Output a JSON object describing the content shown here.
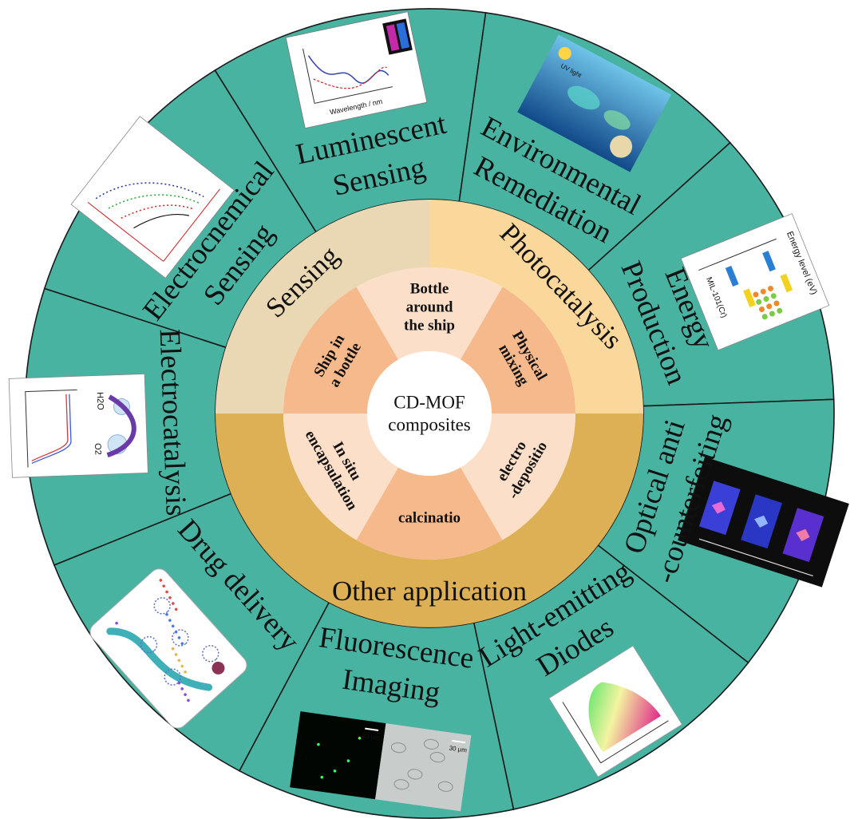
{
  "colors": {
    "outer_ring": "#48b3a1",
    "sensing": "#ead7b3",
    "photocatalysis": "#fad79a",
    "other": "#deb055",
    "inner_light": "#fbdfc9",
    "inner_dark": "#f6b98b",
    "center": "#ffffff",
    "divider": "#1a1a1a"
  },
  "center": {
    "line1": "CD-MOF",
    "line2": "composites"
  },
  "middle_ring": [
    {
      "label": "Sensing"
    },
    {
      "label": "Photocatalysis"
    },
    {
      "label": "Other  application"
    }
  ],
  "inner_ring": [
    {
      "line1": "Ship in",
      "line2": "a bottle",
      "line3": ""
    },
    {
      "line1": "Bottle",
      "line2": "around",
      "line3": "the ship"
    },
    {
      "line1": "Physical",
      "line2": "mixing",
      "line3": ""
    },
    {
      "line1": "electro",
      "line2": "-depositio",
      "line3": ""
    },
    {
      "line1": "calcinatio",
      "line2": "",
      "line3": ""
    },
    {
      "line1": "In situ",
      "line2": "encapsulation",
      "line3": ""
    }
  ],
  "outer_ring": [
    {
      "line1": "Luminescent",
      "line2": "Sensing",
      "thumbnail": "luminescence-spectrum-thumbnail"
    },
    {
      "line1": "Environmental",
      "line2": "Remediation",
      "thumbnail": "photocatalysis-scheme-thumbnail"
    },
    {
      "line1": "Energy",
      "line2": "Production",
      "thumbnail": "energy-level-thumbnail"
    },
    {
      "line1": "Optical  anti",
      "line2": "-counterfeiting",
      "thumbnail": "fluorescent-pattern-thumbnail"
    },
    {
      "line1": "Light-emitting",
      "line2": "Diodes",
      "thumbnail": "cie-chromaticity-thumbnail"
    },
    {
      "line1": "Fluorescence",
      "line2": "Imaging",
      "thumbnail": "cell-imaging-thumbnail"
    },
    {
      "line1": "Drug delivery",
      "line2": "",
      "thumbnail": "drug-delivery-thumbnail"
    },
    {
      "line1": "Electrocatalysis",
      "line2": "",
      "thumbnail": "electrocatalysis-thumbnail"
    },
    {
      "line1": "Electrocnemical",
      "line2": "Sensing",
      "thumbnail": "electrochemical-curve-thumbnail"
    }
  ],
  "thumbnail_text": {
    "luminescence_axis": "Wavelength / nm",
    "energy_title": "Energy level (eV)",
    "energy_label": "MIL-101(Cr)",
    "cell_scale": "30 μm",
    "electro_h2o": "H2O",
    "electro_o2": "O2",
    "env_label": "UV light"
  }
}
